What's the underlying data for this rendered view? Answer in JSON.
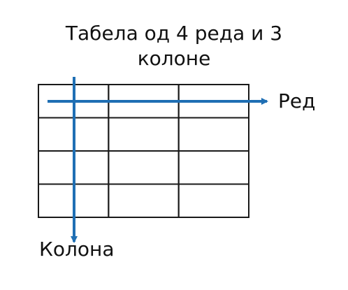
{
  "title": {
    "line1": "Табела од 4 реда и 3",
    "line2": "колоне"
  },
  "labels": {
    "row": "Ред",
    "column": "Колона"
  },
  "table": {
    "rows": 4,
    "columns": 3
  },
  "colors": {
    "arrow": "#1f6fb4",
    "grid": "#1a1a1a",
    "text": "#111111"
  }
}
